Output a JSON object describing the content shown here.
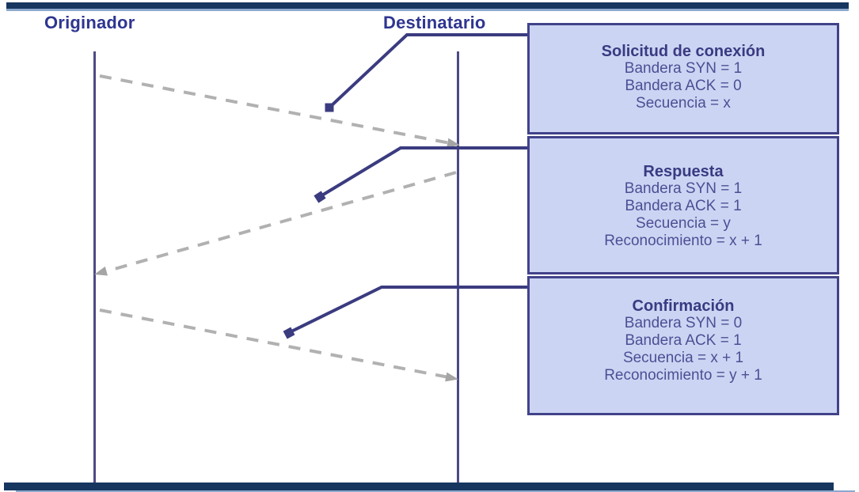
{
  "slide": {
    "actors": [
      {
        "id": "originador",
        "label": "Originador"
      },
      {
        "id": "destinatario",
        "label": "Destinatario"
      }
    ],
    "arrows": [
      {
        "from": "Originador",
        "to": "Destinatario",
        "style": "dashed-gray",
        "callout": "Solicitud de conexión"
      },
      {
        "from": "Destinatario",
        "to": "Originador",
        "style": "dashed-gray",
        "callout": "Respuesta"
      },
      {
        "from": "Originador",
        "to": "Destinatario",
        "style": "dashed-gray",
        "callout": "Confirmación"
      }
    ],
    "callouts": [
      {
        "title": "Solicitud de conexión",
        "lines": [
          "Bandera SYN = 1",
          "Bandera ACK = 0",
          "Secuencia = x"
        ]
      },
      {
        "title": "Respuesta",
        "lines": [
          "Bandera SYN = 1",
          "Bandera ACK = 1",
          "Secuencia = y",
          "Reconocimiento = x + 1"
        ]
      },
      {
        "title": "Confirmación",
        "lines": [
          "Bandera SYN = 0",
          "Bandera ACK = 1",
          "Secuencia = x + 1",
          "Reconocimiento = y + 1"
        ]
      }
    ],
    "colors": {
      "bar_dark": "#16365f",
      "bar_light": "#8ca9ce",
      "box_fill": "#cbd5f3",
      "box_border": "#42428a",
      "connector_navy": "#3b3b80",
      "lifeline_navy": "#4c4a86",
      "arrow_gray": "#b1b1b1",
      "arrowhead_gray": "#a5a5a5",
      "title_text": "#3a3a82",
      "body_text": "#4e4e94",
      "header_text": "#2e3590"
    }
  }
}
